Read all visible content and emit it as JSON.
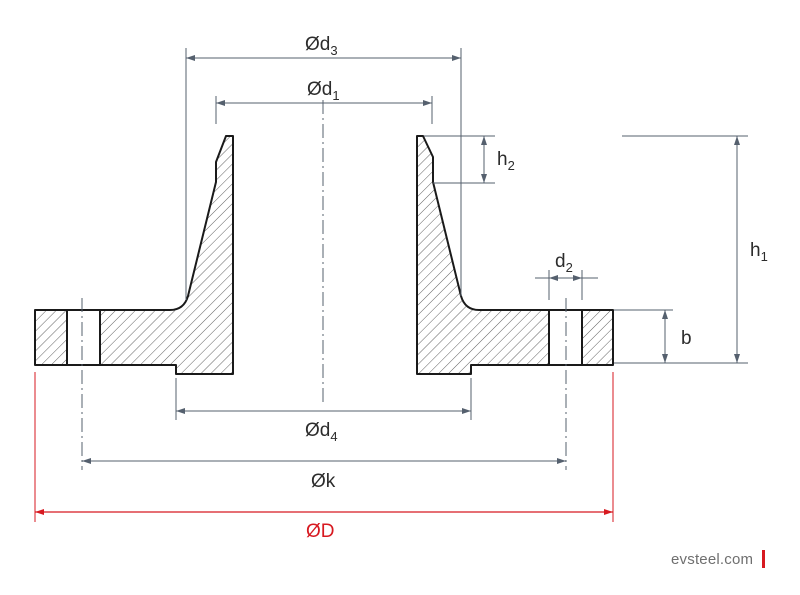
{
  "labels": {
    "d3": {
      "main": "Ød",
      "sub": "3"
    },
    "d1": {
      "main": "Ød",
      "sub": "1"
    },
    "h2": {
      "main": "h",
      "sub": "2"
    },
    "h1": {
      "main": "h",
      "sub": "1"
    },
    "d2": {
      "main": "d",
      "sub": "2"
    },
    "b": {
      "main": "b"
    },
    "d4": {
      "main": "Ød",
      "sub": "4"
    },
    "k": {
      "main": "Øk"
    },
    "D": {
      "main": "ØD"
    }
  },
  "footer": {
    "brand": "evsteel.com"
  },
  "colors": {
    "outline": "#1a1a1a",
    "dimension": "#55606e",
    "accent": "#d71920",
    "text": "#2c2c2c",
    "brand": "#6f6f6f"
  }
}
